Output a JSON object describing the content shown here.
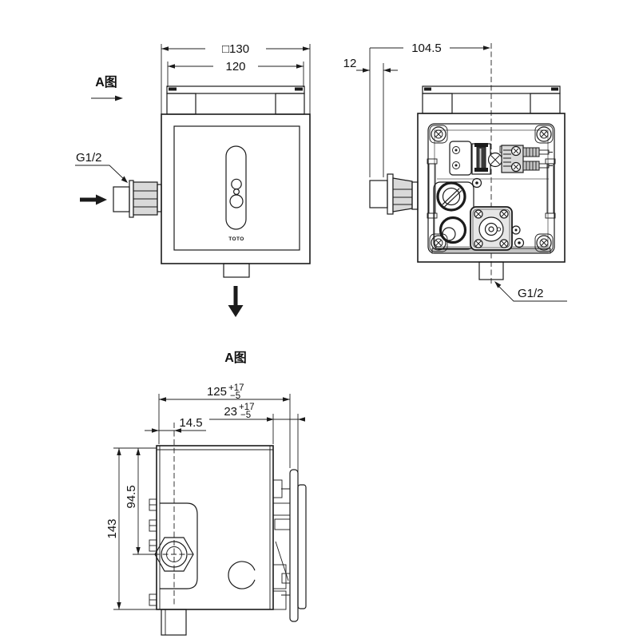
{
  "drawing": {
    "brand_logo": "TOTO",
    "front_view": {
      "view_direction_label": "A图",
      "dim_outer_square": "□130",
      "dim_inner_width": "120",
      "inlet_thread_label": "G1/2"
    },
    "back_view": {
      "dim_edge_offset": "12",
      "dim_inlet_to_center": "104.5",
      "outlet_thread_label": "G1/2"
    },
    "side_view": {
      "title": "A图",
      "dim_depth_nominal": "125",
      "dim_depth_tol_upper": "+17",
      "dim_depth_tol_lower": "−5",
      "dim_wall_nominal": "23",
      "dim_wall_tol_upper": "+17",
      "dim_wall_tol_lower": "−5",
      "dim_inlet_offset": "14.5",
      "dim_inlet_height": "94.5",
      "dim_total_height": "143"
    }
  }
}
